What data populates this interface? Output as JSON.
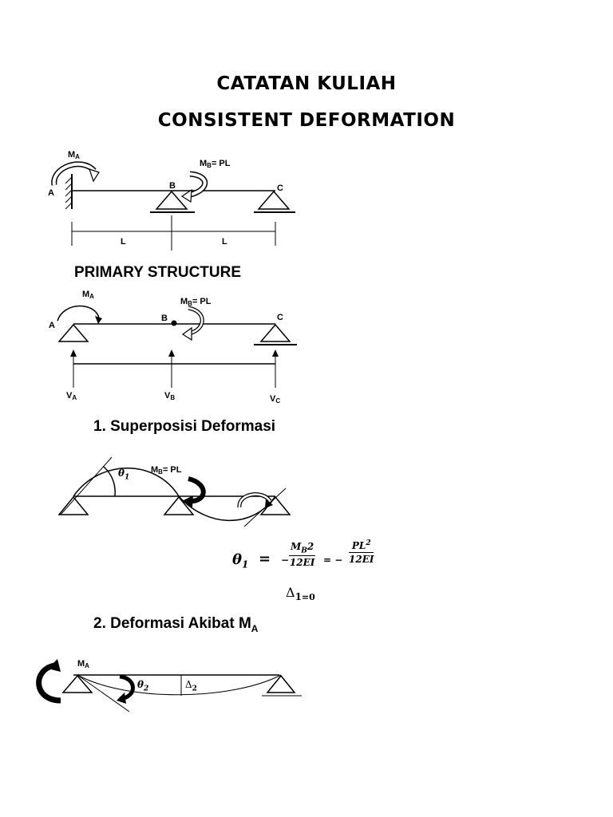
{
  "title": {
    "line1": "CATATAN KULIAH",
    "line2": "CONSISTENT DEFORMATION"
  },
  "fig1": {
    "ma": "M",
    "ma_sub": "A",
    "mb": "M",
    "mb_sub": "B",
    "mb_rest": "= PL",
    "a": "A",
    "b": "B",
    "c": "C",
    "dim_left": "L",
    "dim_right": "L"
  },
  "primary": {
    "heading": "PRIMARY STRUCTURE",
    "ma": "M",
    "ma_sub": "A",
    "mb": "M",
    "mb_sub": "B",
    "mb_rest": "= PL",
    "a": "A",
    "b": "B",
    "c": "C",
    "va": "V",
    "va_sub": "A",
    "vb": "V",
    "vb_sub": "B",
    "vc": "V",
    "vc_sub": "C"
  },
  "section1": {
    "heading": "1. Superposisi Deformasi",
    "theta": "θ",
    "theta_sub": "1",
    "mb": "M",
    "mb_sub": "B",
    "mb_rest": "= PL",
    "eq_lhs": "θ",
    "eq_lhs_sub": "1",
    "eq_equals": "=",
    "eq_minus1": "−",
    "eq_num1": "M",
    "eq_num1_sub": "B",
    "eq_num1_sup": "2",
    "eq_den1": "12EI",
    "eq_mid": "= −",
    "eq_num2": "PL",
    "eq_num2_sup": "2",
    "eq_den2": "12EI",
    "delta": "Δ",
    "delta_sub": "1",
    "delta_rest": "=0"
  },
  "section2": {
    "heading": "2. Deformasi Akibat M",
    "heading_sub": "A",
    "ma": "M",
    "ma_sub": "A",
    "theta": "θ",
    "theta_sub": "2",
    "delta": "Δ",
    "delta_sub": "2"
  }
}
